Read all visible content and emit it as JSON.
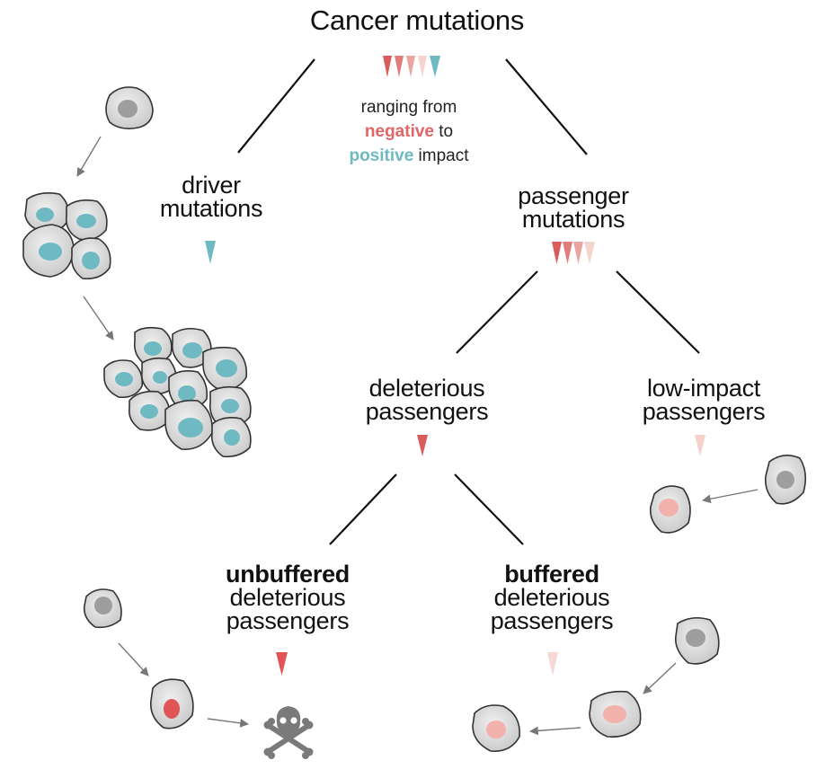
{
  "title": "Cancer mutations",
  "legend": {
    "line1": "ranging from",
    "negative_word": "negative",
    "line2_tail": " to",
    "positive_word": "positive",
    "line3_tail": " impact"
  },
  "nodes": {
    "driver": {
      "line1": "driver",
      "line2": "mutations"
    },
    "passenger": {
      "line1": "passenger",
      "line2": "mutations"
    },
    "deleterious": {
      "line1": "deleterious",
      "line2": "passengers"
    },
    "low_impact": {
      "line1": "low-impact",
      "line2": "passengers"
    },
    "unbuffered": {
      "line1": "unbuffered",
      "line2": "deleterious",
      "line3": "passengers"
    },
    "buffered": {
      "line1": "buffered",
      "line2": "deleterious",
      "line3": "passengers"
    }
  },
  "colors": {
    "negative": "#e06666",
    "strong_negative": "#d95b5b",
    "mid_negative": "#e8928f",
    "light_negative": "#f2bdb8",
    "faint_negative": "#f7d8d4",
    "positive": "#6fb9c3",
    "cell_fill": "#d9d9d9",
    "cell_stroke": "#333333",
    "nucleus_gray": "#9e9e9e",
    "nucleus_teal": "#6fb9c3",
    "nucleus_pink": "#f2b2ab",
    "nucleus_red": "#e05555",
    "arrow": "#777777",
    "skull": "#7a7a7a"
  },
  "icons": {
    "cell": "cell-icon",
    "mutation_marker": "triangle-marker-icon",
    "death": "skull-crossbones-icon"
  }
}
